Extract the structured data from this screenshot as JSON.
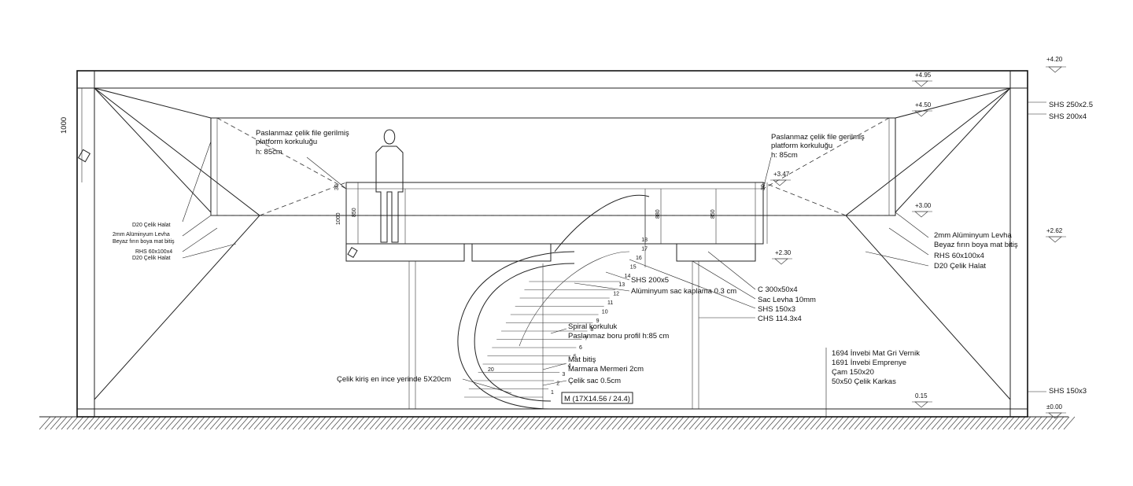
{
  "dimension_1000": "1000",
  "levels": {
    "l420": "+4.20",
    "l495": "+4.95",
    "l450": "+4.50",
    "l347": "+3.47",
    "l300": "+3.00",
    "l262": "+2.62",
    "l230": "+2.30",
    "l015": "0.15",
    "l000": "±0.00"
  },
  "sections": {
    "shs250": "SHS 250x2.5",
    "shs200": "SHS 200x4",
    "shs150": "SHS 150x3"
  },
  "railing_left": {
    "line1": "Paslanmaz çelik file gerilmiş",
    "line2": "platform korkuluğu",
    "line3": "h: 85cm"
  },
  "railing_right": {
    "line1": "Paslanmaz çelik file gerilmiş",
    "line2": "platform korkuluğu",
    "line3": "h: 85cm"
  },
  "left_notes": {
    "cable_top": "D20 Çelik Halat",
    "alu_1": "2mm Alüminyum Levha",
    "alu_2": "Beyaz fırın boya mat bitiş",
    "rhs": "RHS 60x100x4",
    "cable_bottom": "D20 Çelik Halat"
  },
  "right_notes": {
    "alu_1": "2mm Alüminyum Levha",
    "alu_2": "Beyaz fırın boya mat bitiş",
    "rhs": "RHS 60x100x4",
    "cable": "D20 Çelik Halat"
  },
  "platform_dims": {
    "d30_left": "30",
    "d850_left": "850",
    "d1000": "1000",
    "d880": "880",
    "d850_right": "850",
    "d30_right": "30"
  },
  "stair_notes": {
    "shs200x5": "SHS 200x5",
    "alu_cladding": "Alüminyum sac kaplama 0.3 cm",
    "c_profile": "C 300x50x4",
    "sac_levha": "Sac Levha 10mm",
    "shs150": "SHS 150x3",
    "chs": "CHS 114.3x4",
    "spiral_1": "Spiral korkuluk",
    "spiral_2": "Paslanmaz boru profil h:85 cm",
    "mat_1": "Mat bitiş",
    "mat_2": "Marmara Mermeri 2cm",
    "celik_sac": "Çelik sac 0.5cm",
    "celik_kiris": "Çelik kiriş en ince yerinde 5X20cm",
    "stair_box": "M (17X14.56 / 24.4)",
    "r20": "20"
  },
  "steps": [
    "1",
    "2",
    "3",
    "4",
    "5",
    "6",
    "7",
    "8",
    "9",
    "10",
    "11",
    "12",
    "13",
    "14",
    "15",
    "16",
    "17",
    "18"
  ],
  "finish_notes": {
    "line1": "1694 İnvebi Mat Gri Vernik",
    "line2": "1691 İnvebi Emprenye",
    "line3": "Çam 150x20",
    "line4": "50x50 Çelik Karkas"
  }
}
